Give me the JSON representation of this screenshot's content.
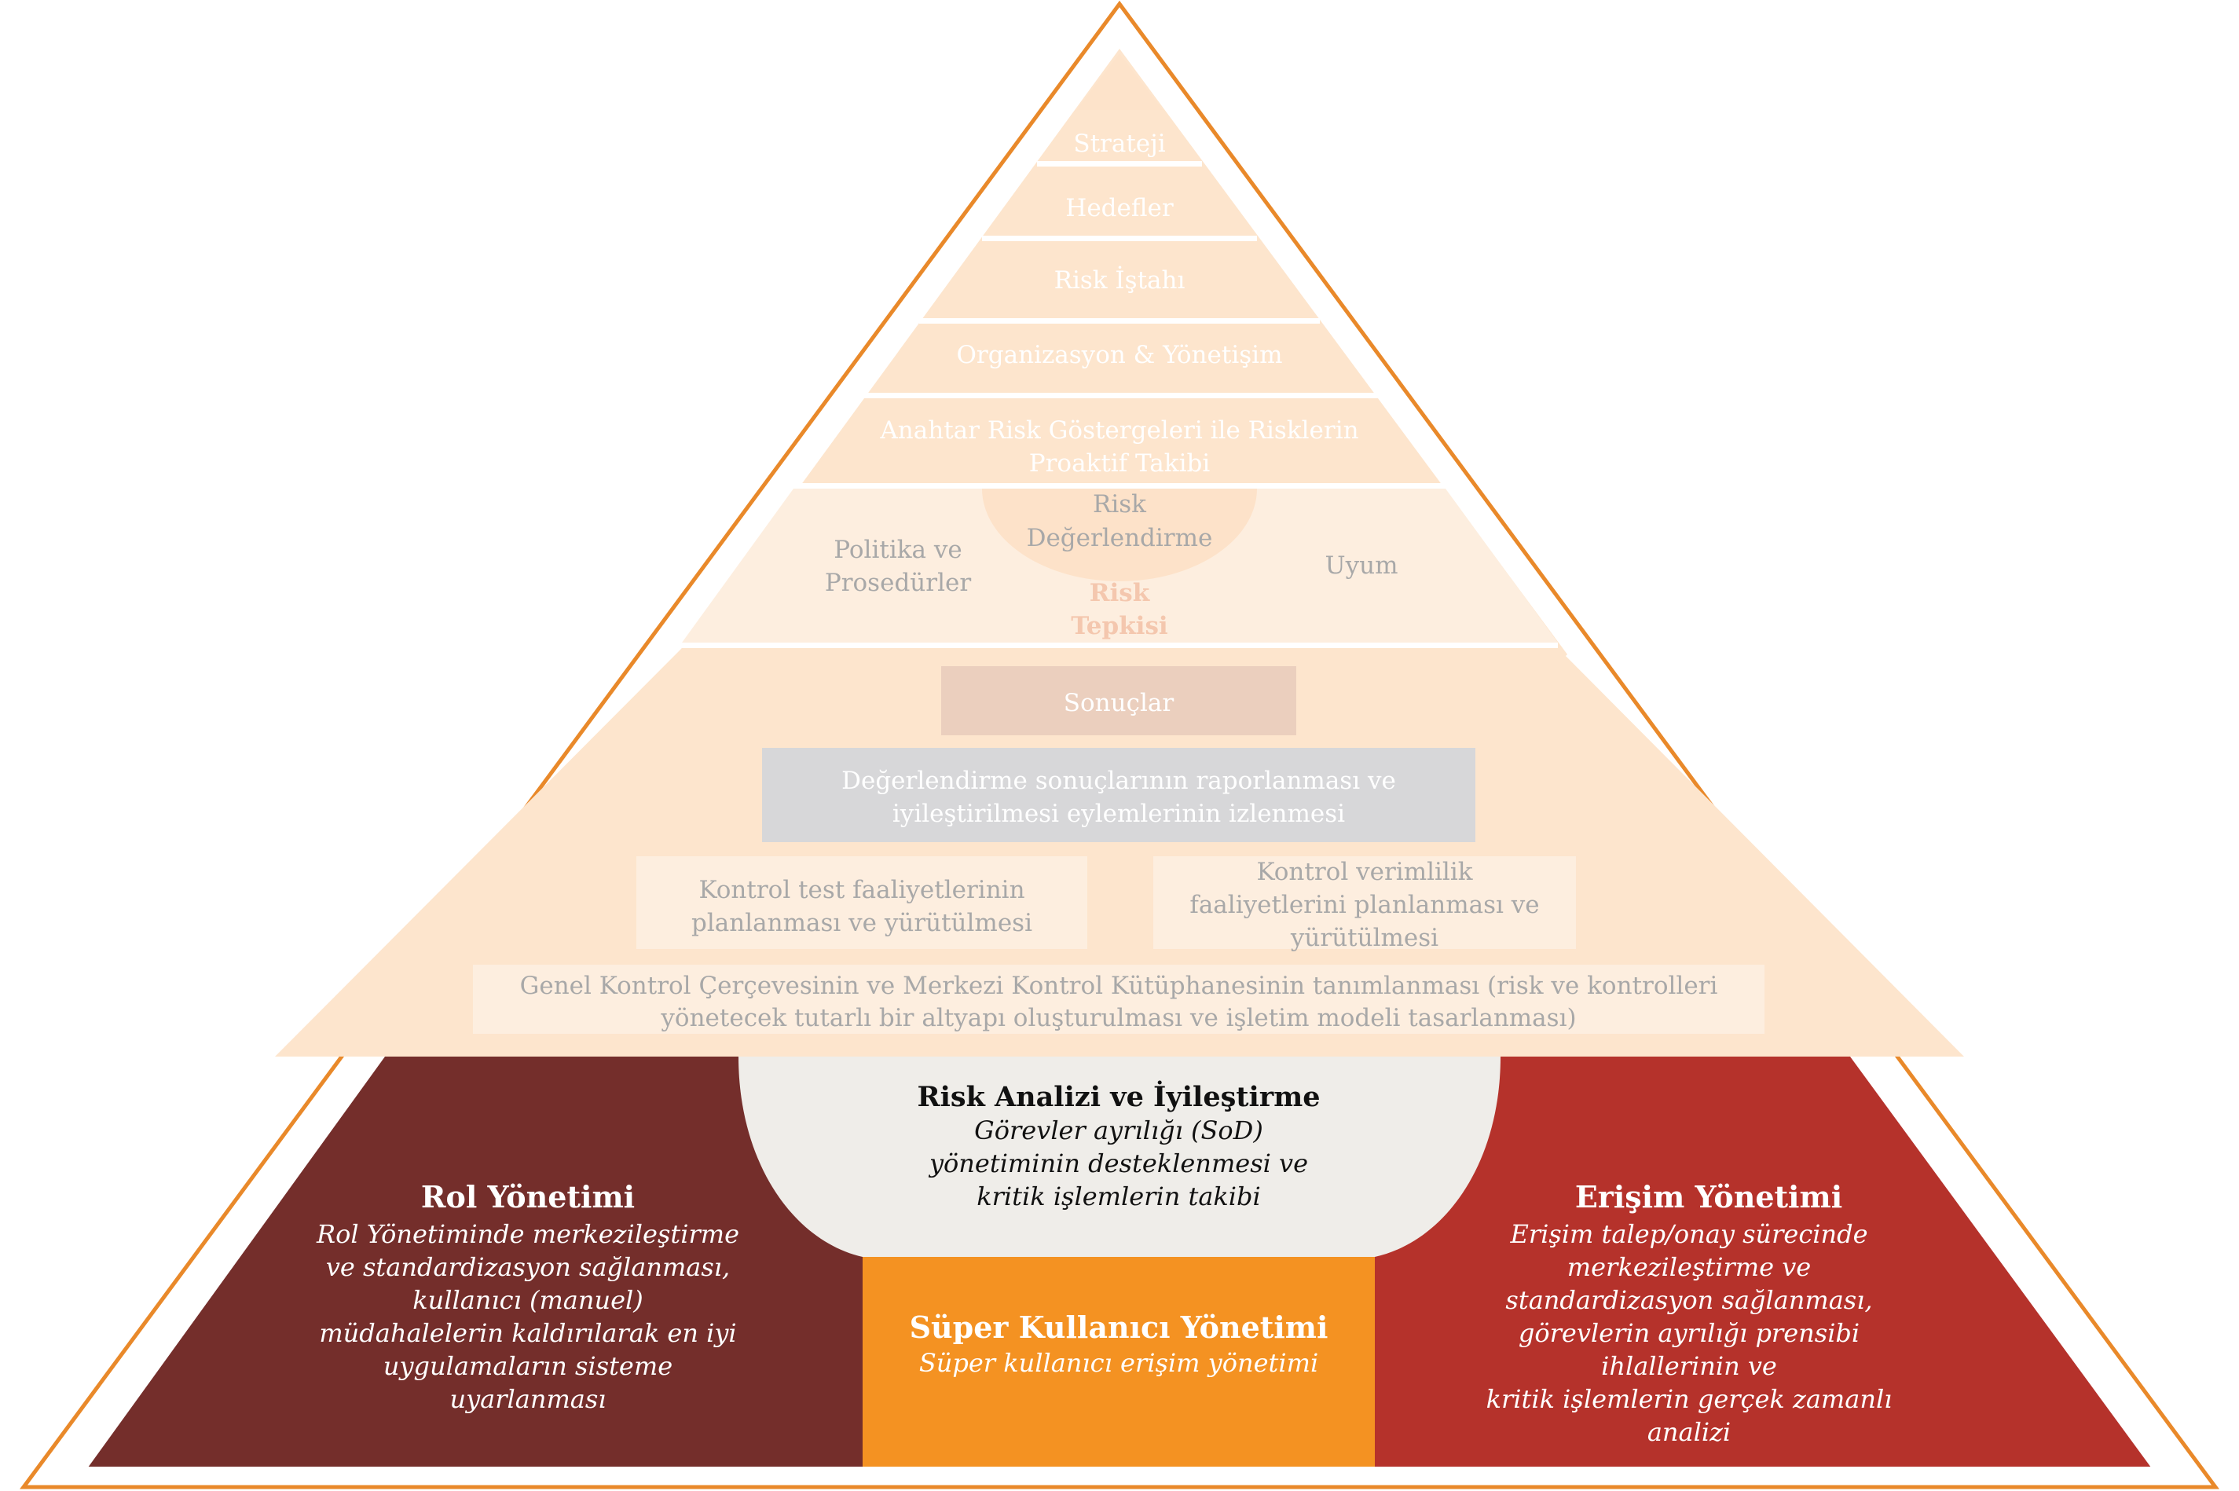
{
  "colors": {
    "outline": "#e9892a",
    "upper_fill": "#fde5cd",
    "tier_fill": "#fce0c7",
    "mid_fill": "#fdeedf",
    "rol_fill": "#742e2b",
    "erisim_fill": "#b5322b",
    "super_fill": "#f49222",
    "risk_bowl_fill": "#efede9",
    "sonuclar_fill": "#ebcfbe",
    "reporting_fill": "#d7d7d9"
  },
  "upper": {
    "tiers": [
      "Strateji",
      "Hedefler",
      "Risk İştahı",
      "Organizasyon & Yönetişim",
      [
        "Anahtar Risk Göstergeleri ile Risklerin",
        "Proaktif Takibi"
      ]
    ],
    "middle": {
      "policy": [
        "Politika ve",
        "Prosedürler"
      ],
      "assessment": [
        "Risk",
        "Değerlendirme"
      ],
      "compliance": "Uyum",
      "response": [
        "Risk",
        "Tepkisi"
      ]
    },
    "sonuclar": "Sonuçlar",
    "reporting": [
      "Değerlendirme sonuçlarının raporlanması ve",
      "iyileştirilmesi eylemlerinin  izlenmesi"
    ],
    "control_test": [
      "Kontrol test faaliyetlerinin",
      "planlanması ve yürütülmesi"
    ],
    "control_efficiency": [
      "Kontrol verimlilik",
      "faaliyetlerini planlanması ve",
      "yürütülmesi"
    ],
    "framework": [
      "Genel Kontrol Çerçevesinin ve Merkezi Kontrol Kütüphanesinin tanımlanması (risk ve kontrolleri",
      "yönetecek tutarlı bir altyapı oluşturulması ve işletim modeli tasarlanması)"
    ]
  },
  "bottom": {
    "risk_analysis": {
      "title": "Risk Analizi ve İyileştirme",
      "body": [
        "Görevler ayrılığı (SoD)",
        "yönetiminin desteklenmesi ve",
        "kritik işlemlerin takibi"
      ]
    },
    "rol": {
      "title": "Rol Yönetimi",
      "body": [
        "Rol Yönetiminde merkezileştirme",
        "ve standardizasyon sağlanması,",
        "kullanıcı (manuel)",
        "müdahalelerin kaldırılarak en iyi",
        "uygulamaların sisteme",
        "uyarlanması"
      ]
    },
    "erisim": {
      "title": "Erişim Yönetimi",
      "body": [
        "Erişim talep/onay sürecinde",
        "merkezileştirme ve",
        "standardizasyon sağlanması,",
        "görevlerin ayrılığı prensibi",
        "ihlallerinin ve",
        "kritik işlemlerin gerçek zamanlı",
        "analizi"
      ]
    },
    "super": {
      "title": "Süper Kullanıcı Yönetimi",
      "body": "Süper kullanıcı erişim yönetimi"
    }
  }
}
